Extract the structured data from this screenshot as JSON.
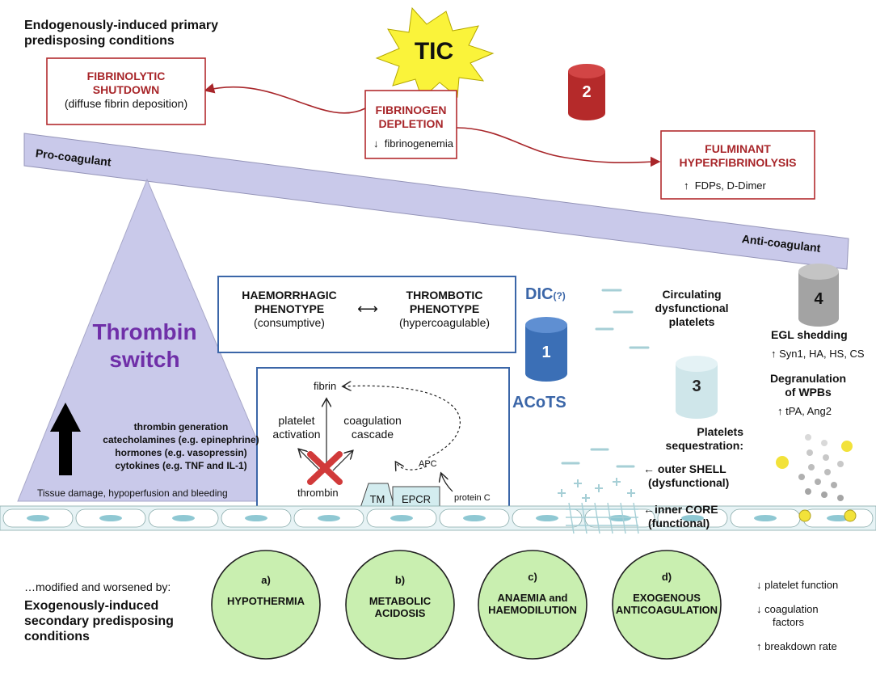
{
  "header": {
    "primary_line1": "Endogenously-induced primary",
    "primary_line2": "predisposing conditions"
  },
  "tic_label": "TIC",
  "fibrinolytic": {
    "title_line1": "FIBRINOLYTIC",
    "title_line2": "SHUTDOWN",
    "sub": "(diffuse fibrin deposition)"
  },
  "fibrinogen": {
    "title_line1": "FIBRINOGEN",
    "title_line2": "DEPLETION",
    "sub": "fibrinogenemia",
    "arrow": "↓"
  },
  "hyperfibrinolysis": {
    "title_line1": "FULMINANT",
    "title_line2": "HYPERFIBRINOLYSIS",
    "sub": "FDPs, D-Dimer",
    "arrow": "↑"
  },
  "seesaw": {
    "left_label": "Pro-coagulant",
    "right_label": "Anti-coagulant"
  },
  "cylinders": {
    "c1": "1",
    "c2": "2",
    "c3": "3",
    "c4": "4",
    "colors": {
      "c1": "#3b6fb6",
      "c2": "#b52a2a",
      "c3": "#cfe6ea",
      "c4": "#a7a7a7"
    }
  },
  "thrombin_switch": {
    "line1": "Thrombin",
    "line2": "switch",
    "factors": [
      "thrombin generation",
      "catecholamines (e.g. epinephrine)",
      "hormones (e.g. vasopressin)",
      "cytokines (e.g. TNF and IL-1)"
    ],
    "base": "Tissue damage, hypoperfusion and bleeding"
  },
  "phenotype": {
    "left_title": "HAEMORRHAGIC",
    "left_title2": "PHENOTYPE",
    "left_sub": "(consumptive)",
    "arrow": "⟷",
    "right_title": "THROMBOTIC",
    "right_title2": "PHENOTYPE",
    "right_sub": "(hypercoagulable)"
  },
  "dic": {
    "label": "DIC",
    "suffix": "(?)"
  },
  "acots": "ACoTS",
  "cascade": {
    "fibrin": "fibrin",
    "platelet1": "platelet",
    "platelet2": "activation",
    "coag1": "coagulation",
    "coag2": "cascade",
    "thrombin": "thrombin",
    "apc": "APC",
    "tm": "TM",
    "epcr": "EPCR",
    "protein_c": "protein C"
  },
  "platelets": {
    "circ1": "Circulating",
    "circ2": "dysfunctional",
    "circ3": "platelets",
    "seq1": "Platelets",
    "seq2": "sequestration:",
    "outer1": "← outer SHELL",
    "outer2": "(dysfunctional)",
    "inner1": "←inner CORE",
    "inner2": "(functional)"
  },
  "egl": {
    "title": "EGL shedding",
    "sub": "Syn1, HA, HS, CS",
    "arrow": "↑",
    "degran1": "Degranulation",
    "degran2": "of WPBs",
    "degran_sub": "tPA, Ang2"
  },
  "secondary": {
    "modified": "…modified and worsened by:",
    "line1": "Exogenously-induced",
    "line2": "secondary predisposing",
    "line3": "conditions"
  },
  "circles": [
    {
      "letter": "a)",
      "line1": "HYPOTHERMIA",
      "line2": ""
    },
    {
      "letter": "b)",
      "line1": "METABOLIC",
      "line2": "ACIDOSIS"
    },
    {
      "letter": "c)",
      "line1": "ANAEMIA and",
      "line2": "HAEMODILUTION"
    },
    {
      "letter": "d)",
      "line1": "EXOGENOUS",
      "line2": "ANTICOAGULATION"
    }
  ],
  "effects": {
    "e1": "platelet function",
    "e2a": "coagulation",
    "e2b": "factors",
    "e3": "breakdown rate",
    "down": "↓",
    "up": "↑"
  }
}
